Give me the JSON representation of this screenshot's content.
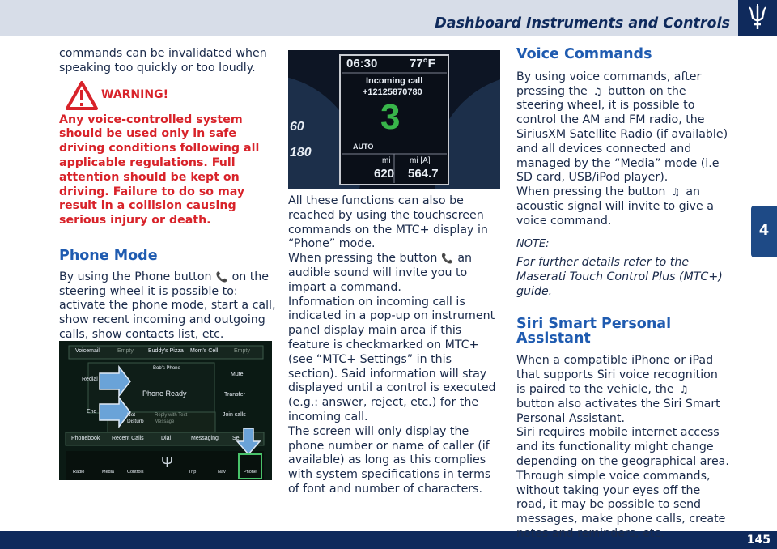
{
  "header": {
    "title": "Dashboard Instruments and Controls",
    "logo_icon": "trident-logo-icon"
  },
  "footer": {
    "page": "145"
  },
  "chapter": "4",
  "col1": {
    "intro": "commands can be invalidated when speaking too quickly or too loudly.",
    "warning_title": "WARNING!",
    "warning_body": "Any voice-controlled system should be used only in safe driving conditions following all applicable regulations. Full attention should be kept on driving. Failure to do so may result in a collision causing serious injury or death.",
    "phone_heading": "Phone Mode",
    "phone_p1": "By using the Phone button",
    "phone_p2": "on the steering wheel it is possible to: activate the phone mode, start a call, show recent incoming and outgoing calls, show contacts list, etc."
  },
  "col2": {
    "p1": "All these functions can also be reached by using the touchscreen commands on the MTC+ display in “Phone” mode.",
    "p2a": "When pressing the button",
    "p2b": "an audible sound will invite you to impart a command.",
    "p3": "Information on incoming call is indicated in a pop-up on instrument panel display main area if this feature is checkmarked on MTC+ (see “MTC+ Settings” in this section). Said information will stay displayed until a control is executed (e.g.: answer, reject, etc.) for the incoming call.",
    "p4": "The screen will only display the phone number or name of caller (if available) as long as this complies with system specifications in terms of font and number of characters."
  },
  "col3": {
    "voice_heading": "Voice Commands",
    "v1a": "By using voice commands, after pressing the",
    "v1b": "button on the steering wheel, it is possible to control the AM and FM radio, the SiriusXM Satellite Radio (if available) and all devices connected and managed by the “Media” mode (i.e SD card, USB/iPod player).",
    "v2a": "When pressing the button",
    "v2b": "an acoustic signal will invite to give a voice command.",
    "note_label": "NOTE:",
    "note_text": "For further details refer to the Maserati Touch Control Plus (MTC+) guide.",
    "siri_heading": "Siri Smart Personal Assistant",
    "s1a": "When a compatible iPhone or iPad that supports Siri voice recognition is paired to the vehicle, the",
    "s1b": "button also activates the Siri Smart Personal Assistant.",
    "s2": "Siri requires mobile internet access and its functionality might change depending on the geographical area. Through simple voice commands, without taking your eyes off the road, it may be possible to send messages, make phone calls, create notes and reminders, etc."
  },
  "cluster": {
    "time": "06:30",
    "temp": "77°F",
    "incoming": "Incoming call",
    "number": "+12125870780",
    "gear": "3",
    "mode": "AUTO",
    "mi_label": "mi",
    "mi_value": "620",
    "mia_label": "mi [A]",
    "mia_value": "564.7",
    "gauge_60": "60",
    "gauge_180": "180"
  },
  "radio": {
    "favorites": [
      "Voicemail",
      "Empty",
      "Buddy's Pizza",
      "Mom's Cell",
      "Empty"
    ],
    "device": "Bob's Phone",
    "status": "Phone Ready",
    "redial": "Redial",
    "end": "End",
    "dnd": "Not Disturb",
    "reply": "Reply with Text Message",
    "mute": "Mute",
    "transfer": "Transfer",
    "join": "Join calls",
    "tabs": [
      "Phonebook",
      "Recent Calls",
      "Dial",
      "Messaging",
      "Se"
    ],
    "nav": [
      "Radio",
      "Media",
      "Controls",
      "",
      "Trip",
      "Nav",
      "Phone"
    ]
  },
  "colors": {
    "accent": "#1f5bb0",
    "warning": "#d8232a",
    "navy": "#0f2a5c"
  }
}
